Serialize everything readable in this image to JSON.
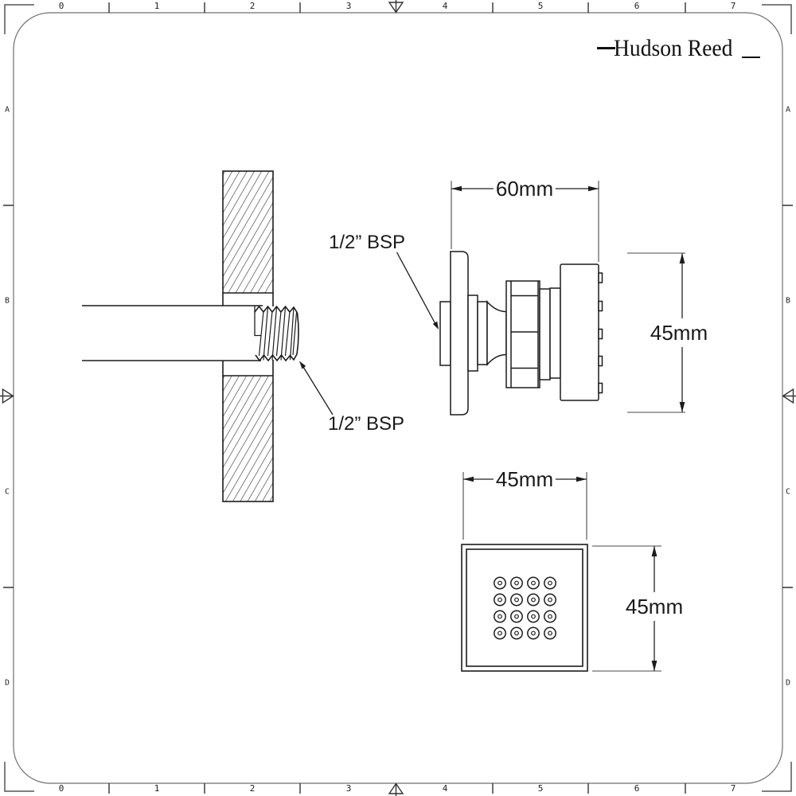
{
  "brand": {
    "name": "Hudson Reed"
  },
  "drawing": {
    "title_implied": "Square shower body jet technical drawing",
    "labels": {
      "thread_label_upper": "1/2” BSP",
      "thread_label_lower": "1/2” BSP"
    },
    "dimensions": {
      "side_view_width": "60mm",
      "side_view_height": "45mm",
      "front_view_width": "45mm",
      "front_view_height": "45mm"
    },
    "front_view": {
      "nozzle_rows": 4,
      "nozzle_cols": 4
    }
  },
  "ruler": {
    "top": [
      "0",
      "1",
      "2",
      "3",
      "4",
      "5",
      "6",
      "7"
    ],
    "bottom": [
      "0",
      "1",
      "2",
      "3",
      "4",
      "5",
      "6",
      "7"
    ],
    "left": [
      "A",
      "B",
      "C",
      "D"
    ],
    "right": [
      "A",
      "B",
      "C",
      "D"
    ]
  },
  "colors": {
    "background": "#ffffff",
    "drawing_line": "#1c1c1c",
    "frame_line": "#6f6f6f",
    "tick_line": "#333333"
  }
}
